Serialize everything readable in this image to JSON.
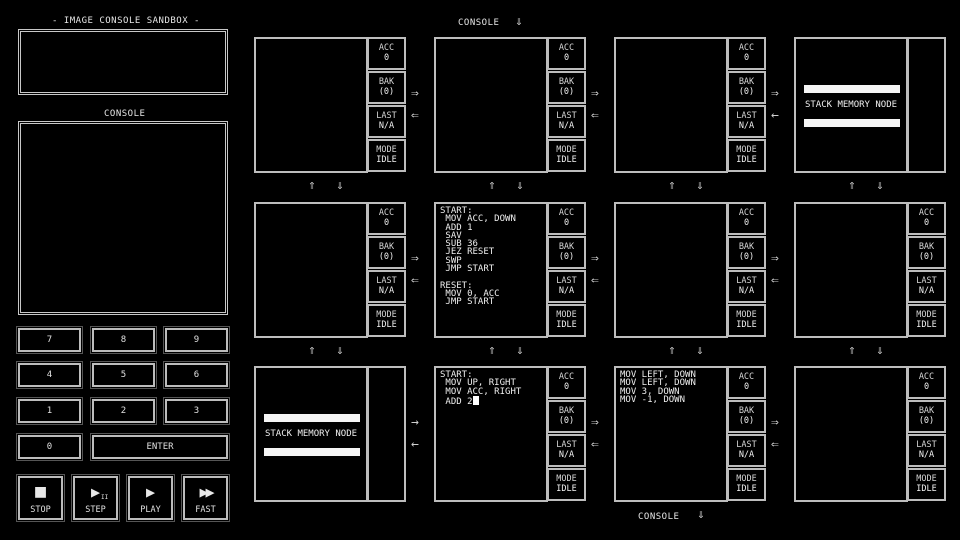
{
  "sidebar": {
    "title": "- IMAGE CONSOLE SANDBOX -",
    "console_label": "CONSOLE",
    "keypad": [
      "7",
      "8",
      "9",
      "4",
      "5",
      "6",
      "1",
      "2",
      "3",
      "0",
      "ENTER"
    ],
    "controls": [
      {
        "label": "STOP",
        "icon": "stop-icon",
        "glyph": "■"
      },
      {
        "label": "STEP",
        "icon": "step-icon",
        "glyph": "▶"
      },
      {
        "label": "PLAY",
        "icon": "play-icon",
        "glyph": "▶"
      },
      {
        "label": "FAST",
        "icon": "fast-forward-icon",
        "glyph": "▶▶"
      }
    ],
    "step_sub": "II"
  },
  "grid": {
    "top_console": "CONSOLE",
    "bottom_console": "CONSOLE",
    "stack_label": "STACK MEMORY NODE",
    "register_labels": {
      "acc": "ACC",
      "bak": "BAK",
      "last": "LAST",
      "mode": "MODE"
    },
    "nodes": [
      {
        "type": "exec",
        "code": "",
        "acc": "0",
        "bak": "(0)",
        "last": "N/A",
        "mode": "IDLE"
      },
      {
        "type": "exec",
        "code": "",
        "acc": "0",
        "bak": "(0)",
        "last": "N/A",
        "mode": "IDLE"
      },
      {
        "type": "exec",
        "code": "",
        "acc": "0",
        "bak": "(0)",
        "last": "N/A",
        "mode": "IDLE"
      },
      {
        "type": "stack"
      },
      {
        "type": "exec",
        "code": "",
        "acc": "0",
        "bak": "(0)",
        "last": "N/A",
        "mode": "IDLE"
      },
      {
        "type": "exec",
        "code": "START:\n MOV ACC, DOWN\n ADD 1\n SAV\n SUB 36\n JEZ RESET\n SWP\n JMP START\n\nRESET:\n MOV 0, ACC\n JMP START",
        "acc": "0",
        "bak": "(0)",
        "last": "N/A",
        "mode": "IDLE"
      },
      {
        "type": "exec",
        "code": "",
        "acc": "0",
        "bak": "(0)",
        "last": "N/A",
        "mode": "IDLE"
      },
      {
        "type": "exec",
        "code": "",
        "acc": "0",
        "bak": "(0)",
        "last": "N/A",
        "mode": "IDLE"
      },
      {
        "type": "stack"
      },
      {
        "type": "exec",
        "code": "START:\n MOV UP, RIGHT\n MOV ACC, RIGHT\n ADD 2",
        "cursor": true,
        "acc": "0",
        "bak": "(0)",
        "last": "N/A",
        "mode": "IDLE"
      },
      {
        "type": "exec",
        "code": "MOV LEFT, DOWN\nMOV LEFT, DOWN\nMOV 3, DOWN\nMOV -1, DOWN",
        "acc": "0",
        "bak": "(0)",
        "last": "N/A",
        "mode": "IDLE"
      },
      {
        "type": "exec",
        "code": "",
        "acc": "0",
        "bak": "(0)",
        "last": "N/A",
        "mode": "IDLE"
      }
    ]
  }
}
